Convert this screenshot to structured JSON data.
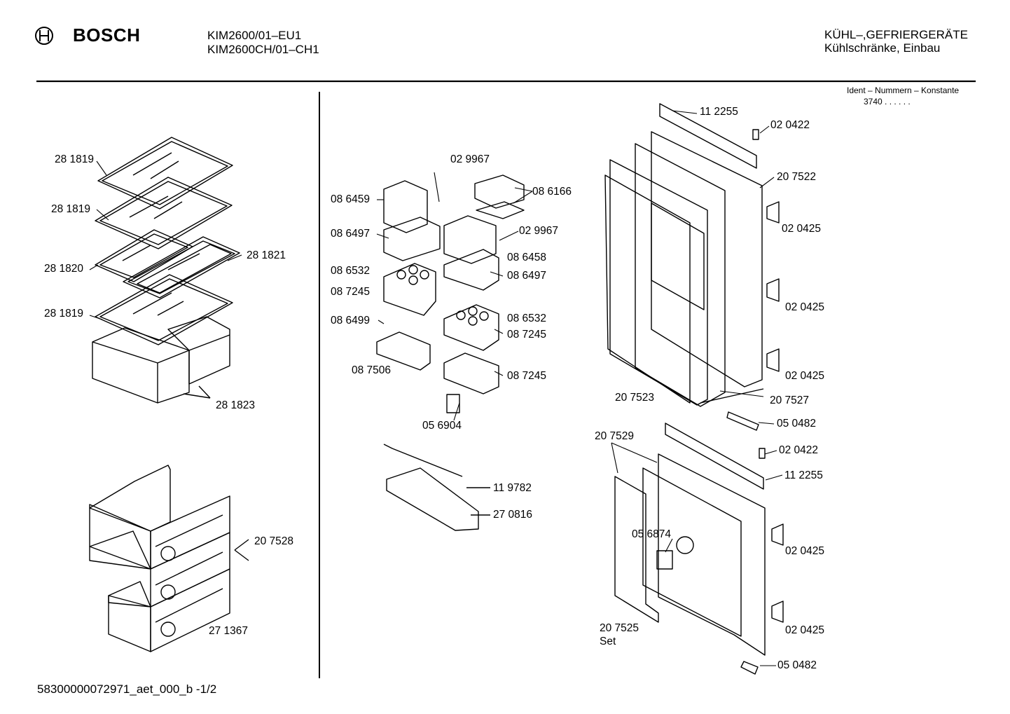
{
  "header": {
    "brand": "BOSCH",
    "models": [
      "KIM2600/01–EU1",
      "KIM2600CH/01–CH1"
    ],
    "category": "KÜHL–,GEFRIERGERÄTE",
    "subcategory": "Kühlschränke, Einbau",
    "ident_title": "Ident – Nummern – Konstante",
    "ident_value": "3740  .  .   .  .  .  ."
  },
  "footer": {
    "doc_id": "58300000072971_aet_000_b  -1/2"
  },
  "parts": {
    "shelf_top": "28 1819",
    "shelf_2": "28 1819",
    "shelf_split": "28 1820",
    "shelf_small": "28 1821",
    "shelf_bottom": "28 1819",
    "crisper": "28 1823",
    "drawers": "20 7528",
    "drawer_front": "27 1367",
    "screw_a": "02 9967",
    "box_lid_right": "08 6166",
    "box_left": "08 6459",
    "shelf_left": "08 6497",
    "screw_b": "02 9967",
    "box_right": "08 6458",
    "shelf_right": "08 6497",
    "egg_left": "08 6532",
    "egg_tray_left": "08 7245",
    "holder": "08 6499",
    "egg_right": "08 6532",
    "egg_tray_right": "08 7245",
    "bottle_small": "08 7506",
    "tray_bottom_right": "08 7245",
    "clip": "05 6904",
    "rail": "11 9782",
    "bottle_shelf": "27 0816",
    "hinge_top": "11 2255",
    "screw_top": "02 0422",
    "door_frame": "20 7522",
    "hinge_1": "02 0425",
    "hinge_2": "02 0425",
    "hinge_3": "02 0425",
    "door_gasket": "20 7523",
    "door_panel": "20 7527",
    "cover_top": "05 0482",
    "freezer_gasket": "20 7529",
    "screw_bottom": "02 0422",
    "hinge_bottom": "11 2255",
    "knob": "05 6874",
    "hinge_4": "02 0425",
    "freezer_frame": "20 7525",
    "freezer_set": "Set",
    "hinge_5": "02 0425",
    "cover_bottom": "05 0482"
  }
}
